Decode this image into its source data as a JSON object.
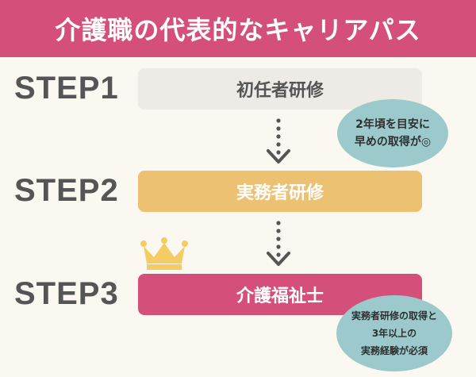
{
  "header": {
    "title": "介護職の代表的なキャリアパス"
  },
  "steps": [
    {
      "label": "STEP1",
      "name": "初任者研修"
    },
    {
      "label": "STEP2",
      "name": "実務者研修"
    },
    {
      "label": "STEP3",
      "name": "介護福祉士"
    }
  ],
  "notes": {
    "step1": [
      "2年頃を目安に",
      "早めの取得が◎"
    ],
    "step3": [
      "実務者研修の取得と",
      "3年以上の",
      "実務経験が必須"
    ]
  },
  "colors": {
    "header": "#d44f7a",
    "step1": "#eeeae5",
    "step2": "#ecc172",
    "step3": "#d44f7a",
    "bubble": "#9cc9cc",
    "crown": "#f3cc63"
  },
  "icons": {
    "arrow": "dotted-down-arrow-icon",
    "crown": "crown-icon"
  }
}
